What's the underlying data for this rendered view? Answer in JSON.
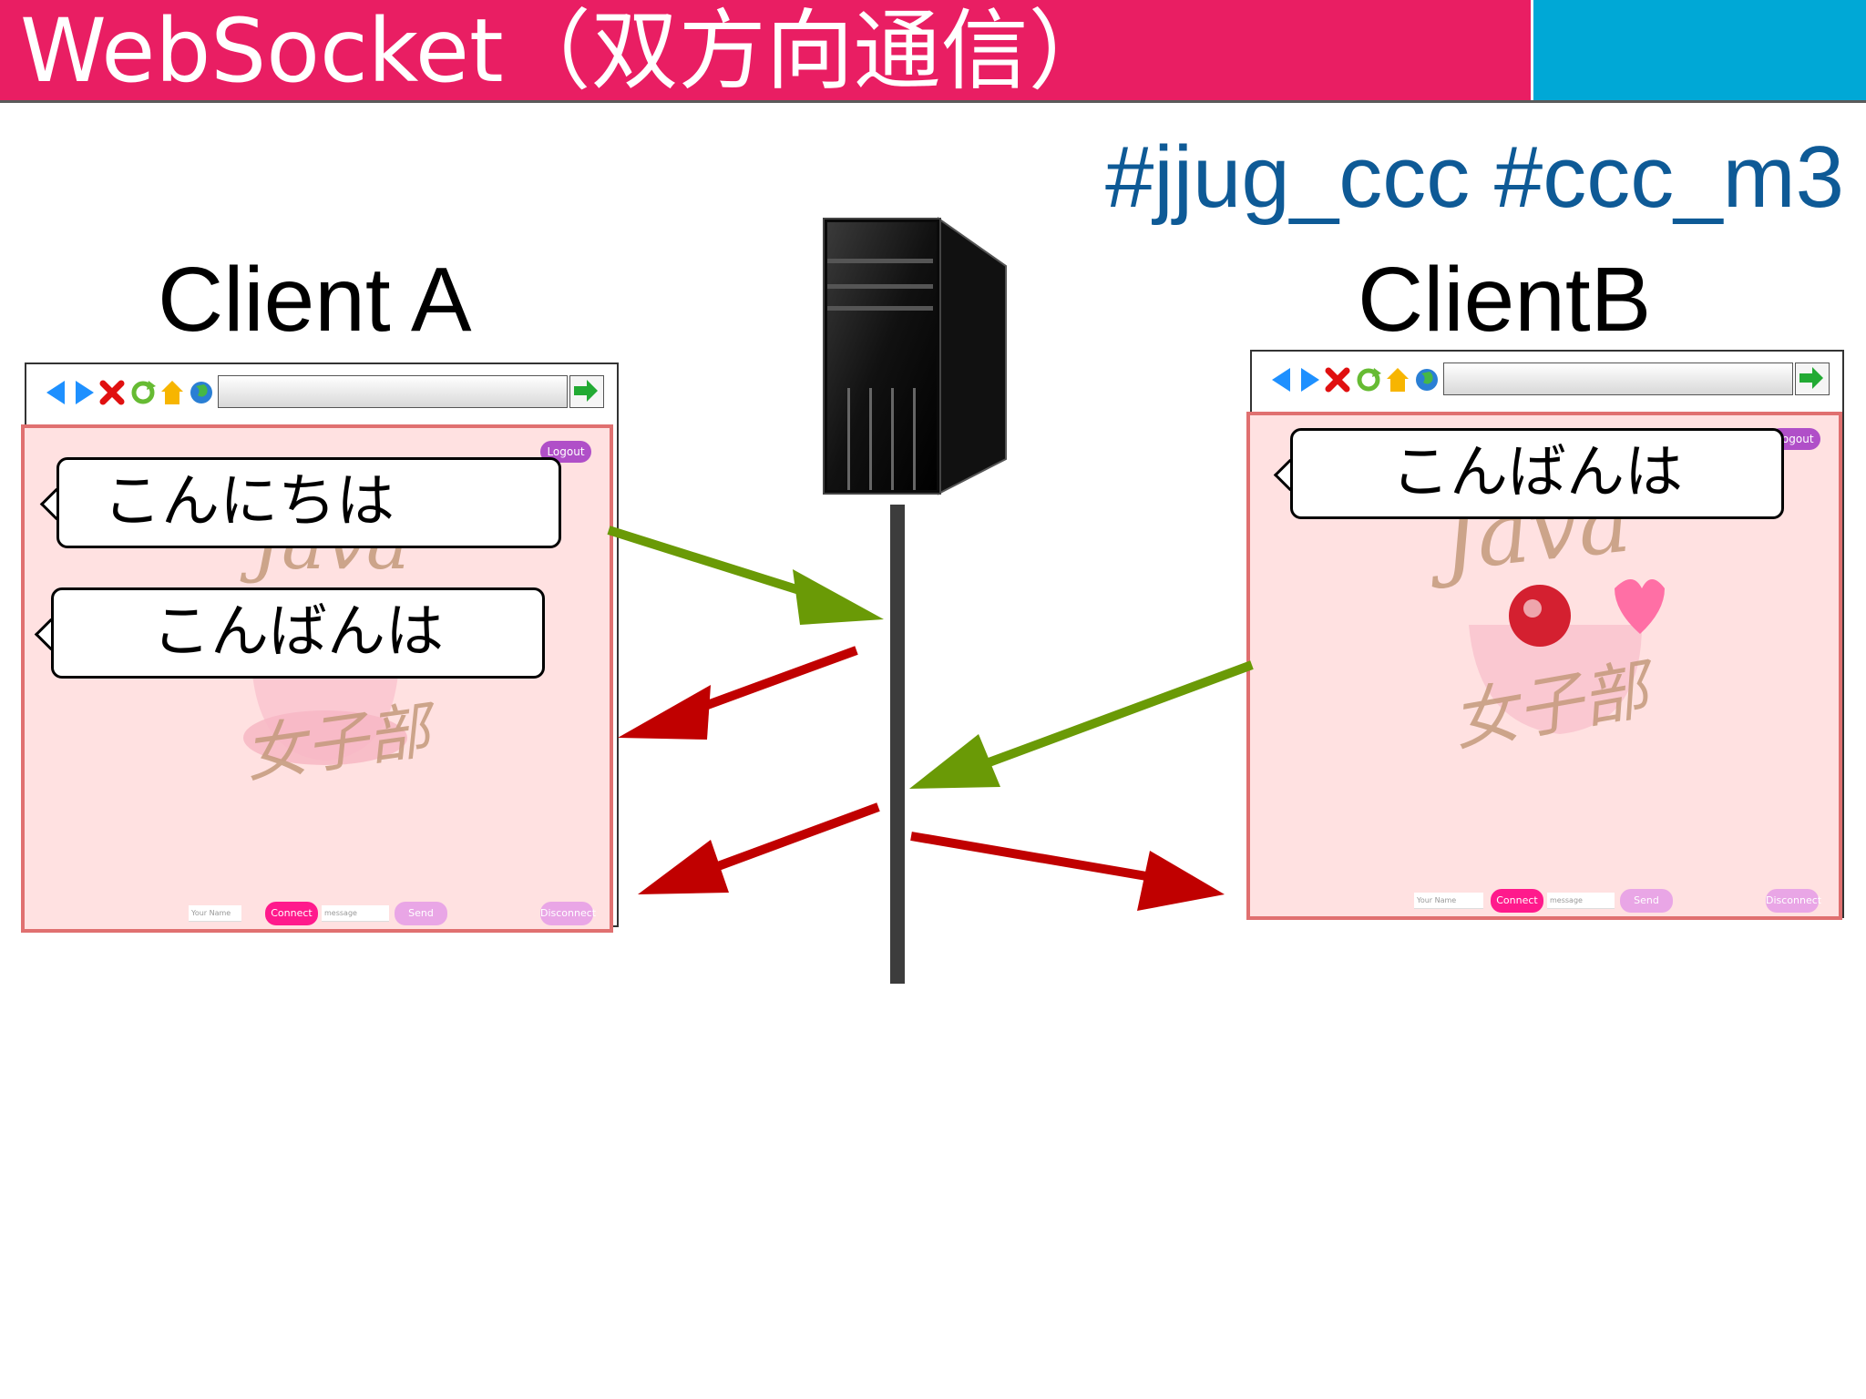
{
  "header": {
    "title": "WebSocket（双方向通信）",
    "bar_color": "#e91e63",
    "accent_color": "#00a8d6"
  },
  "hashtag": "#jjug_ccc #ccc_m3",
  "client_a": {
    "label": "Client A",
    "app": {
      "logout": "Logout",
      "your_name": "Your Name",
      "connect": "Connect",
      "message": "message",
      "send": "Send",
      "disconnect": "Disconnect",
      "logo_word": "Java",
      "logo_sub": "女子部"
    },
    "bubbles": [
      "こんにちは",
      "こんばんは"
    ]
  },
  "client_b": {
    "label": "ClientB",
    "app": {
      "logout": "Logout",
      "your_name": "Your Name",
      "connect": "Connect",
      "message": "message",
      "send": "Send",
      "disconnect": "Disconnect",
      "logo_word": "Java",
      "logo_sub": "女子部"
    },
    "bubbles": [
      "こんばんは"
    ]
  },
  "server": {
    "icon": "server-tower-icon"
  },
  "colors": {
    "send_arrow": "#6a9a06",
    "receive_arrow": "#c00000",
    "browser_frame_border": "#e07070",
    "app_background": "#ffe1e1"
  }
}
